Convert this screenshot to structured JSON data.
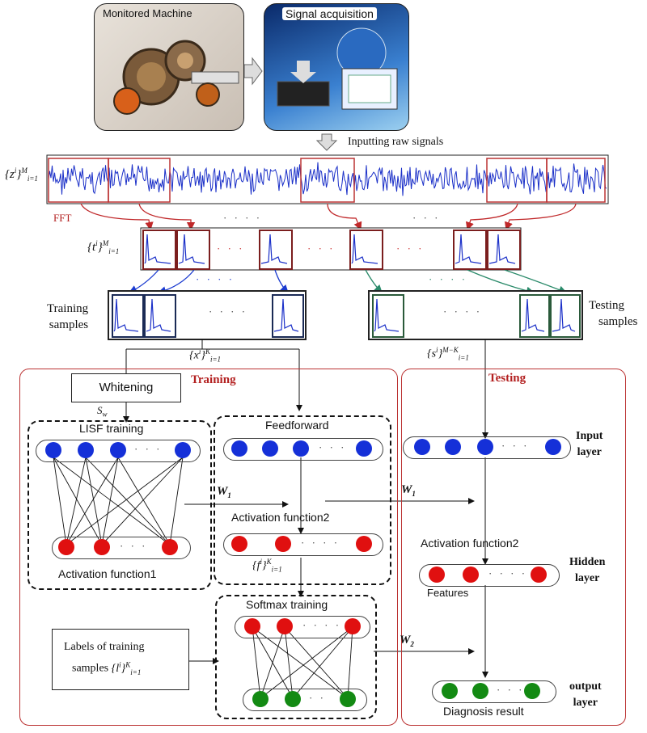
{
  "top": {
    "machine_title": "Monitored Machine",
    "acquisition_title": "Signal acquisition",
    "inputting": "Inputting raw signals"
  },
  "signals": {
    "z_label": "{z",
    "fft": "FFT",
    "t_label": "{t",
    "x_label": "{x",
    "s_label": "{s",
    "f_label": "{f",
    "l_label": "{l",
    "sup_i": "i",
    "sup_M": "M",
    "sub_i1": "i=1",
    "sup_K": "K",
    "sup_MK": "M−K"
  },
  "samples": {
    "training": "Training samples",
    "training_l1": "Training",
    "training_l2": "samples",
    "testing_l1": "Testing",
    "testing_l2": "samples"
  },
  "sections": {
    "training": "Training",
    "testing": "Testing"
  },
  "boxes": {
    "whitening": "Whitening",
    "sw": "S",
    "sw_sub": "w",
    "lisf": "LISF training",
    "feedforward": "Feedforward",
    "activation1": "Activation function1",
    "activation2_a": "Activation function2",
    "activation2_b": "Activation function2",
    "softmax": "Softmax training",
    "labels_l1": "Labels of training",
    "labels_l2": "samples",
    "features": "Features",
    "diagnosis": "Diagnosis result",
    "w1": "W",
    "w1_sub": "1",
    "w2_sub": "2"
  },
  "layers": {
    "input_l1": "Input",
    "input_l2": "layer",
    "hidden_l1": "Hidden",
    "hidden_l2": "layer",
    "output_l1": "output",
    "output_l2": "layer"
  },
  "colors": {
    "blue": "#1530d8",
    "red": "#e01010",
    "green": "#138a13",
    "frame": "#b33333"
  }
}
